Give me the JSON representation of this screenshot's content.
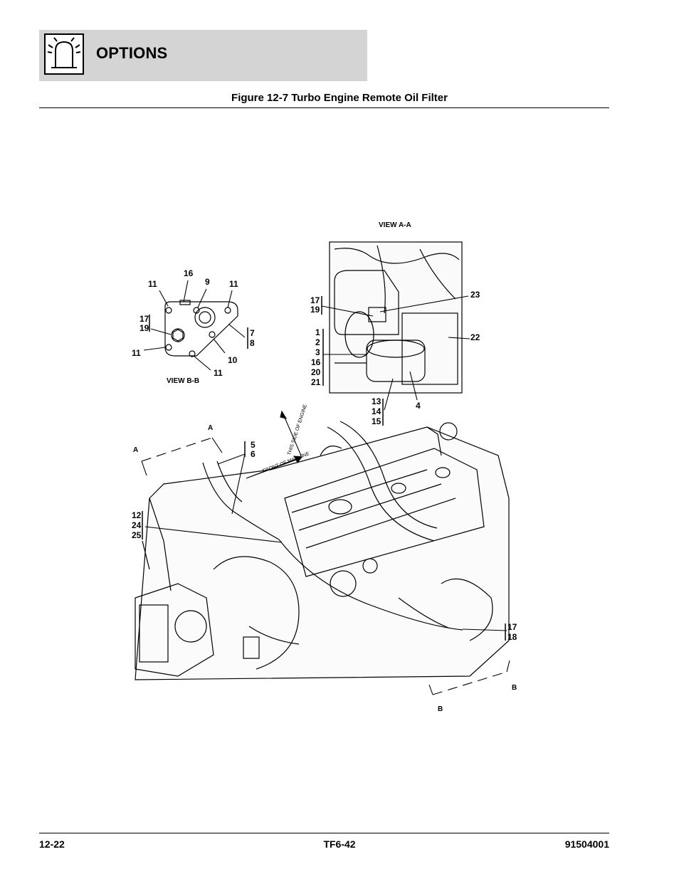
{
  "header": {
    "section_title": "OPTIONS",
    "icon": "beacon-light-icon"
  },
  "figure": {
    "title": "Figure 12-7 Turbo Engine Remote Oil Filter",
    "view_aa_label": "VIEW A-A",
    "view_bb_label": "VIEW B-B",
    "direction_front": "FRONT OF MACHINE",
    "direction_side": "THIS SIDE OF ENGINE",
    "section_marks": {
      "a1": "A",
      "a2": "A",
      "b1": "B",
      "b2": "B"
    },
    "callouts_bb": {
      "c11a": "11",
      "c16": "16",
      "c9": "9",
      "c11b": "11",
      "c17_19": [
        "17",
        "19"
      ],
      "c7_8": [
        "7",
        "8"
      ],
      "c11c": "11",
      "c10": "10",
      "c11d": "11"
    },
    "callouts_aa": {
      "c17_19": [
        "17",
        "19"
      ],
      "c23": "23",
      "c22": "22",
      "c1_21": [
        "1",
        "2",
        "3",
        "16",
        "20",
        "21"
      ],
      "c13_15": [
        "13",
        "14",
        "15"
      ],
      "c4": "4"
    },
    "callouts_main": {
      "c5_6": [
        "5",
        "6"
      ],
      "c12_25": [
        "12",
        "24",
        "25"
      ],
      "c17_18": [
        "17",
        "18"
      ]
    }
  },
  "footer": {
    "left": "12-22",
    "center": "TF6-42",
    "right": "91504001"
  }
}
